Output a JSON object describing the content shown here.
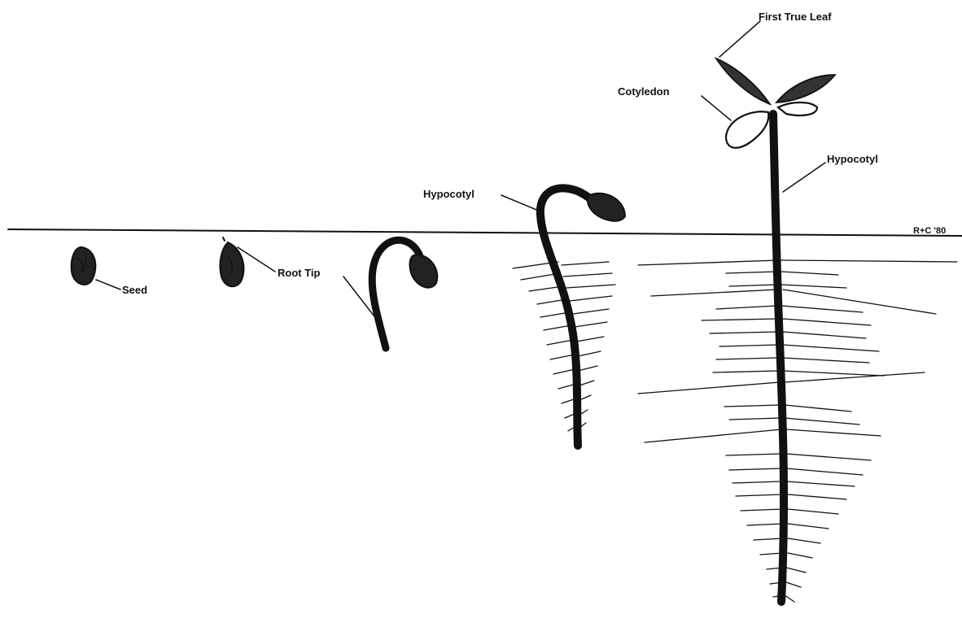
{
  "labels": {
    "seed": "Seed",
    "root_tip": "Root Tip",
    "hypocotyl_stage3": "Hypocotyl",
    "cotyledon": "Cotyledon",
    "first_true_leaf": "First True Leaf",
    "hypocotyl_stage4": "Hypocotyl"
  },
  "signature": "R+C '80",
  "colors": {
    "ink": "#111111",
    "background": "#ffffff"
  }
}
